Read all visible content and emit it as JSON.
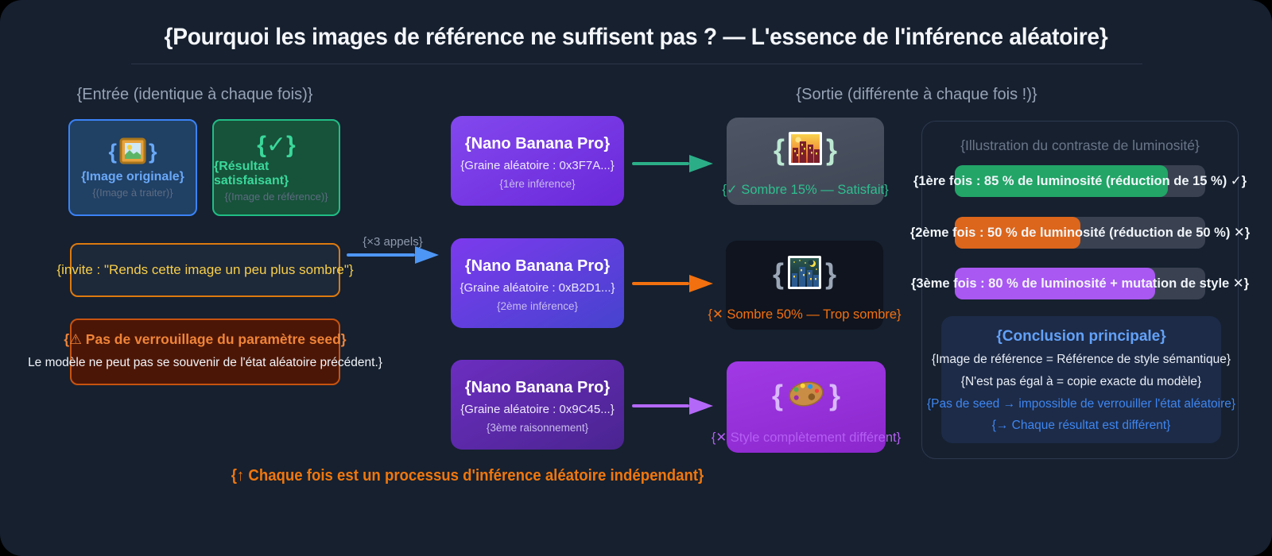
{
  "page": {
    "title": "{Pourquoi les images de référence ne suffisent pas ? — L'essence de l'inférence aléatoire}",
    "footer": "{↑ Chaque fois est un processus d'inférence aléatoire indépendant}"
  },
  "input_section": {
    "header": "{Entrée (identique à chaque fois)}",
    "original_card": {
      "braces": [
        "{",
        "}"
      ],
      "icon": "framed-picture",
      "label": "{Image originale}",
      "sublabel": "{(Image à traiter)}"
    },
    "reference_card": {
      "icon_text": "{✓}",
      "label": "{Résultat satisfaisant}",
      "sublabel": "{(Image de référence)}"
    },
    "prompt_box": {
      "text": "{invite : \"Rends cette image un peu plus sombre\"}"
    },
    "calls_label": "{×3 appels}",
    "warning_box": {
      "title": "{⚠ Pas de verrouillage du paramètre seed}",
      "body": "Le modèle ne peut pas se souvenir de l'état aléatoire précédent.}"
    }
  },
  "model_nodes": [
    {
      "title": "{Nano Banana Pro}",
      "seed": "{Graine aléatoire : 0x3F7A...}",
      "run": "{1ère inférence}",
      "arrow_color": "#2bae87"
    },
    {
      "title": "{Nano Banana Pro}",
      "seed": "{Graine aléatoire : 0xB2D1...}",
      "run": "{2ème inférence}",
      "arrow_color": "#f2700f"
    },
    {
      "title": "{Nano Banana Pro}",
      "seed": "{Graine aléatoire : 0x9C45...}",
      "run": "{3ème raisonnement}",
      "arrow_color": "#b468f7"
    }
  ],
  "output_section": {
    "header": "{Sortie (différente à chaque fois !)}",
    "results": [
      {
        "braces": [
          "{",
          "}"
        ],
        "icon": "cityscape-dusk",
        "label": "{✓ Sombre 15% — Satisfait}",
        "label_color": "#2fbf8f",
        "brace_color": "#bce8d2"
      },
      {
        "braces": [
          "{",
          "}"
        ],
        "icon": "night-city",
        "label": "{✕ Sombre 50% — Trop sombre}",
        "label_color": "#f2700f",
        "brace_color": "#9aa5b5"
      },
      {
        "braces": [
          "{",
          "}"
        ],
        "icon": "palette",
        "label": "{✕ Style complètement différent}",
        "label_color": "#b45ff2",
        "brace_color": "#d9b8fb"
      }
    ]
  },
  "luminosity_panel": {
    "header": "{Illustration du contraste de luminosité}",
    "bars": [
      {
        "label": "{1ère fois : 85 % de luminosité (réduction de 15 %) ✓}",
        "percent": 85,
        "color": "#22a567"
      },
      {
        "label": "{2ème fois : 50 % de luminosité (réduction de 50 %) ✕}",
        "percent": 50,
        "color": "#dc661c"
      },
      {
        "label": "{3ème fois : 80 % de luminosité + mutation de style ✕}",
        "percent": 80,
        "color": "#a958f1"
      }
    ],
    "conclusion": {
      "title": "{Conclusion principale}",
      "lines": [
        {
          "text": "{Image de référence = Référence de style sémantique}",
          "color": "#e9eef5"
        },
        {
          "text": "{N'est pas égal à = copie exacte du modèle}",
          "color": "#e9eef5"
        },
        {
          "text": "{Pas de seed → impossible de verrouiller l'état aléatoire}",
          "color": "#3e86f0"
        },
        {
          "text": "{→ Chaque résultat est différent}",
          "color": "#3e86f0"
        }
      ]
    }
  },
  "colors": {
    "canvas_background": "#16202f",
    "call_arrow": "#4e96f5",
    "prompt_border": "#dd7a0f",
    "warning_border": "#c75310"
  }
}
